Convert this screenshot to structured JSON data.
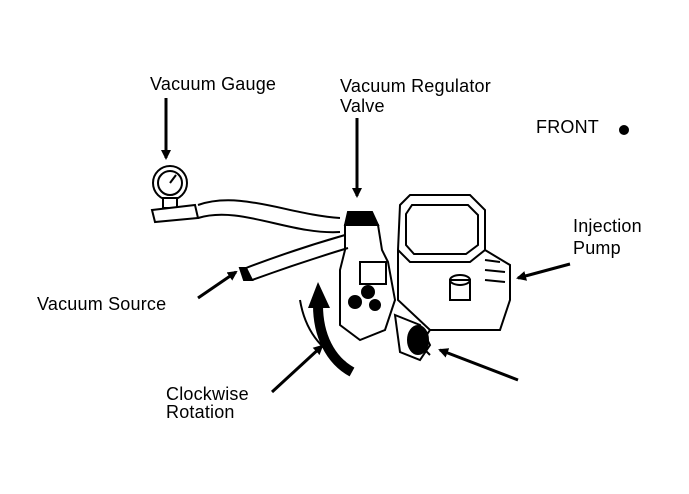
{
  "labels": {
    "vacuum_gauge": "Vacuum Gauge",
    "vacuum_regulator_valve_line1": "Vacuum Regulator",
    "vacuum_regulator_valve_line2": "Valve",
    "front": "FRONT",
    "injection_pump_line1": "Injection",
    "injection_pump_line2": "Pump",
    "vacuum_source": "Vacuum Source",
    "clockwise_rotation_line1": "Clockwise",
    "clockwise_rotation_line2": "Rotation"
  },
  "colors": {
    "ink": "#000000",
    "paper": "#ffffff"
  }
}
